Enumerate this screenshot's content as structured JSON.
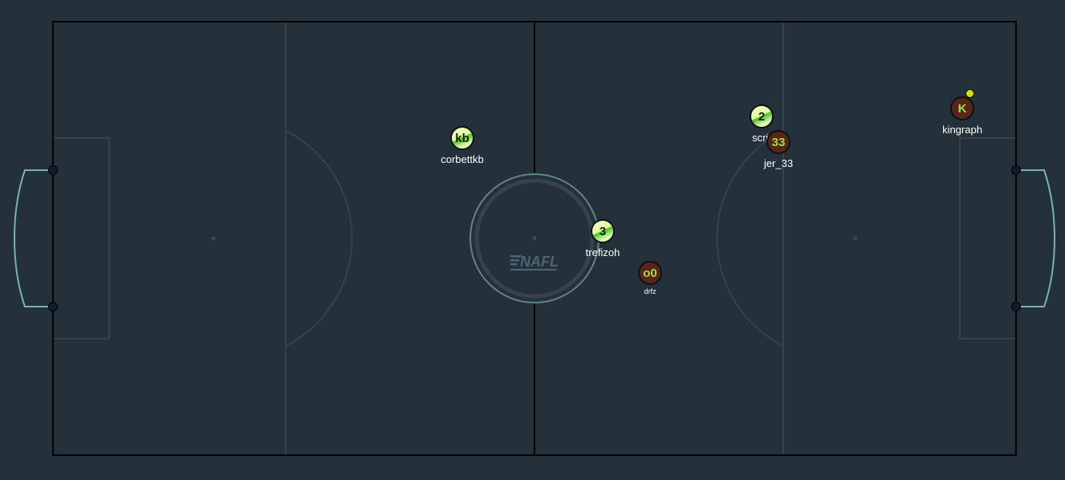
{
  "pitch": {
    "background": "#24303a",
    "lines": "#34434e",
    "boundary": "#000000",
    "goal_color": "#7ab3a8",
    "logo_text": "NAFL"
  },
  "players": [
    {
      "id": "corbettkb",
      "label": "kb",
      "name": "corbettkb",
      "team": "green"
    },
    {
      "id": "trefizoh",
      "label": "3",
      "name": "trefizoh",
      "team": "green"
    },
    {
      "id": "scrit",
      "label": "2",
      "name": "scrit",
      "team": "green"
    },
    {
      "id": "jer_33",
      "label": "33",
      "name": "jer_33",
      "team": "red"
    },
    {
      "id": "drfz",
      "label": "o0",
      "name": "drfz",
      "team": "red"
    },
    {
      "id": "kingraph",
      "label": "K",
      "name": "kingraph",
      "team": "red",
      "has_indicator": true
    }
  ],
  "colors": {
    "red_team_fill": "#5a2519",
    "red_team_text": "#9be049",
    "green_team_fill": "#e2f7a0",
    "indicator": "#d8dd18"
  }
}
